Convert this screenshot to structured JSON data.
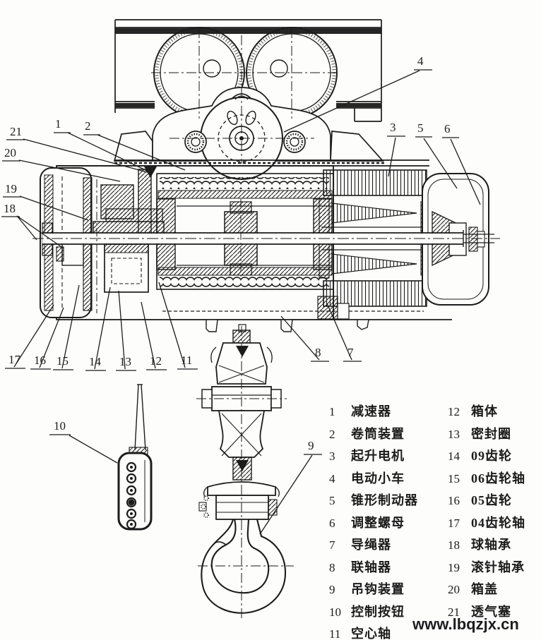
{
  "drawing": {
    "ink_color": "#1c1c1c",
    "paper_color": "#fdfdfc",
    "description_parts": "electric-wire-rope-hoist-cross-section"
  },
  "callouts": {
    "c1": "1",
    "c2": "2",
    "c3": "3",
    "c4": "4",
    "c5": "5",
    "c6": "6",
    "c7": "7",
    "c8": "8",
    "c9": "9",
    "c10": "10",
    "c11": "11",
    "c12": "12",
    "c13": "13",
    "c14": "14",
    "c15": "15",
    "c16": "16",
    "c17": "17",
    "c18": "18",
    "c19": "19",
    "c20": "20",
    "c21": "21"
  },
  "legend": {
    "left_column": [
      {
        "num": "1",
        "label": "减速器"
      },
      {
        "num": "2",
        "label": "卷筒装置"
      },
      {
        "num": "3",
        "label": "起升电机"
      },
      {
        "num": "4",
        "label": "电动小车"
      },
      {
        "num": "5",
        "label": "锥形制动器"
      },
      {
        "num": "6",
        "label": "调整螺母"
      },
      {
        "num": "7",
        "label": "导绳器"
      },
      {
        "num": "8",
        "label": "联轴器"
      },
      {
        "num": "9",
        "label": "吊钩装置"
      },
      {
        "num": "10",
        "label": "控制按钮"
      },
      {
        "num": "11",
        "label": "空心轴"
      }
    ],
    "right_column": [
      {
        "num": "12",
        "label": "箱体"
      },
      {
        "num": "13",
        "label": "密封圈"
      },
      {
        "num": "14",
        "label": "09齿轮"
      },
      {
        "num": "15",
        "label": "06齿轮轴"
      },
      {
        "num": "16",
        "label": "05齿轮"
      },
      {
        "num": "17",
        "label": "04齿轮轴"
      },
      {
        "num": "18",
        "label": "球轴承"
      },
      {
        "num": "19",
        "label": "滚针轴承"
      },
      {
        "num": "20",
        "label": "箱盖"
      },
      {
        "num": "21",
        "label": "透气塞"
      }
    ]
  },
  "footer": {
    "website": "www.lbqzjx.cn",
    "website_color": "#1d1d1f"
  }
}
